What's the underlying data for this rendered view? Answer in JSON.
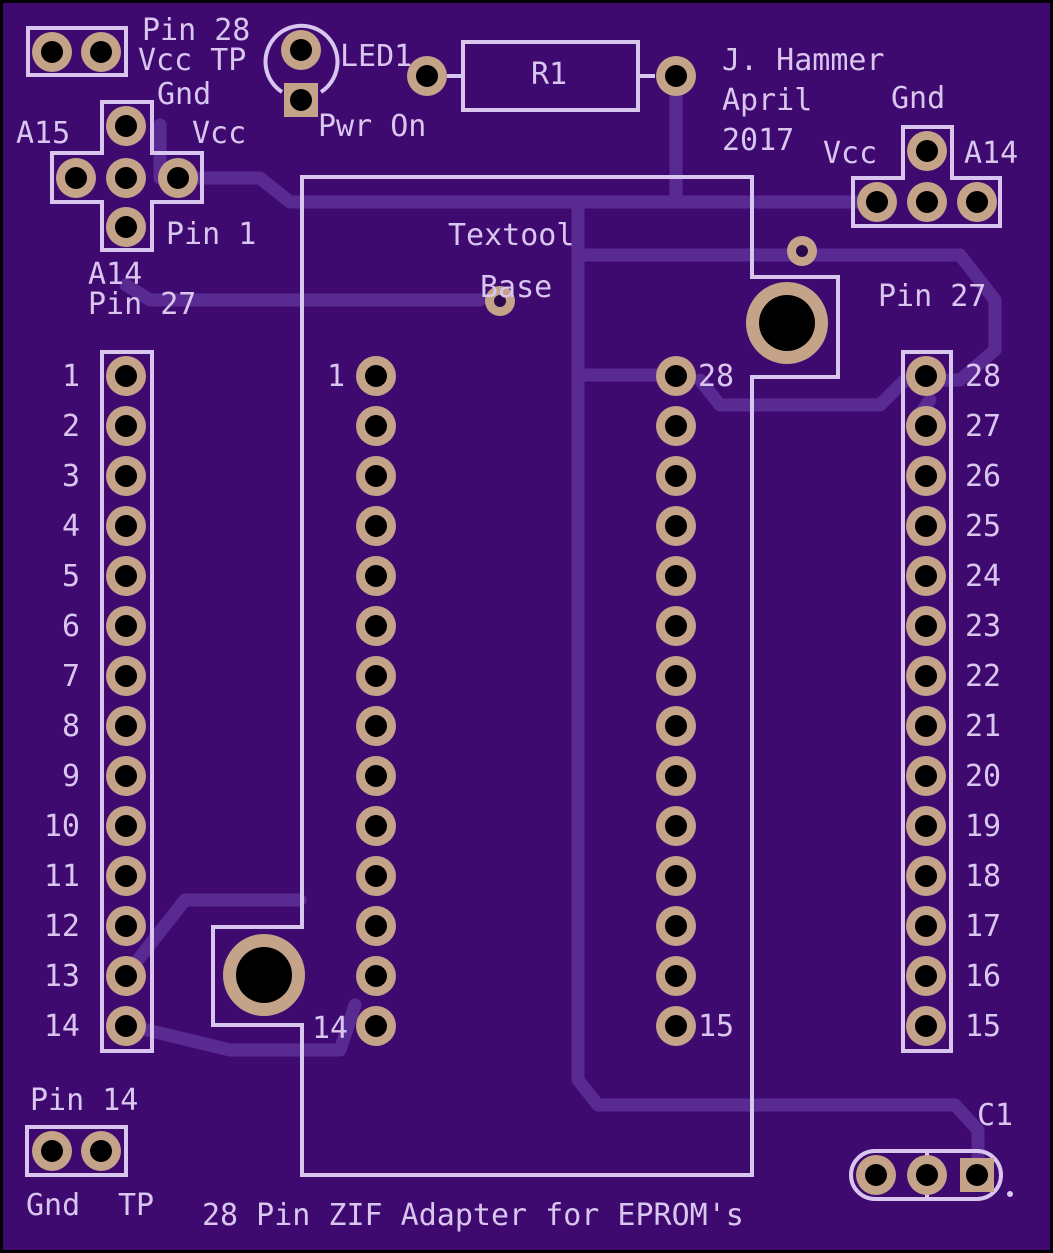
{
  "board": {
    "title": "28 Pin ZIF Adapter for EPROM's",
    "author": "J. Hammer",
    "month": "April",
    "year": "2017",
    "colors": {
      "substrate": "#3f0a70",
      "edge": "#000000",
      "silkscreen": "#d9c6ee",
      "copper_pad": "#c4a388",
      "trace": "#5a2a93"
    }
  },
  "labels": {
    "pin28": "Pin 28",
    "vcc_tp": "Vcc TP",
    "gnd_top_left": "Gnd",
    "a15": "A15",
    "vcc_left": "Vcc",
    "pin1": "Pin 1",
    "a14_left": "A14",
    "pin27_left": "Pin 27",
    "led": "LED1",
    "pwr_on": "Pwr On",
    "resistor": "R1",
    "gnd_top_right": "Gnd",
    "vcc_right": "Vcc",
    "a14_right": "A14",
    "textool": "Textool",
    "base": "Base",
    "pin27_right": "Pin 27",
    "pin14": "Pin 14",
    "gnd": "Gnd",
    "tp": "TP",
    "c1": "C1",
    "socket_pin_1": "1",
    "socket_pin_28": "28",
    "socket_pin_14": "14",
    "socket_pin_15": "15"
  },
  "header_left_numbers": [
    "1",
    "2",
    "3",
    "4",
    "5",
    "6",
    "7",
    "8",
    "9",
    "10",
    "11",
    "12",
    "13",
    "14"
  ],
  "header_right_numbers": [
    "28",
    "27",
    "26",
    "25",
    "24",
    "23",
    "22",
    "21",
    "20",
    "19",
    "18",
    "17",
    "16",
    "15"
  ]
}
